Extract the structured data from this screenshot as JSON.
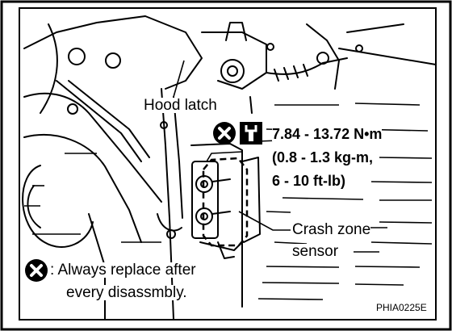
{
  "labels": {
    "hood_latch": "Hood latch",
    "torque_line1": "7.84 - 13.72 N•m",
    "torque_line2": "(0.8 - 1.3 kg-m,",
    "torque_line3": "6 - 10 ft-lb)",
    "crash_zone_line1": "Crash zone",
    "crash_zone_line2": "sensor"
  },
  "legend": {
    "text_line1": ": Always replace after",
    "text_line2": "every disassmbly."
  },
  "figure_code": "PHIA0225E",
  "icons": {
    "replace_symbol": "x-circle-icon",
    "torque_symbol": "wrench-icon"
  }
}
